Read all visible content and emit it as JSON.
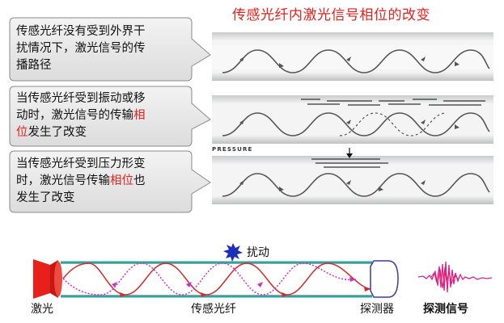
{
  "title": "传感光纤内激光信号相位的改变",
  "callouts": [
    {
      "lines": [
        "传感光纤没有受到外界干",
        "扰情况下，激光信号的传",
        "播路径"
      ]
    },
    {
      "line1": "当传感光纤受到振动或移",
      "line2_a": "动时，激光信号的传输",
      "line2_b": "相",
      "line3_a": "位",
      "line3_b": "发生了改变"
    },
    {
      "line1": "当传感光纤受到压力形变",
      "line2_a": "时，激光信号传输",
      "line2_b": "相位",
      "line2_c": "也",
      "line3": "发生了改变"
    }
  ],
  "pressure_label": "PRESSURE",
  "disturbance_label": "扰动",
  "bottom_labels": {
    "laser": "激光",
    "sensing_fiber": "传感光纤",
    "detector": "探测器",
    "detected_signal": "探测信号"
  },
  "colors": {
    "title": "#e0211d",
    "highlight": "#e0211d",
    "fiber_border": "#2aa6a0",
    "laser": "#e8201a",
    "wave_red": "#d32a2a",
    "wave_magenta": "#c433c8",
    "signal": "#e0208a"
  }
}
